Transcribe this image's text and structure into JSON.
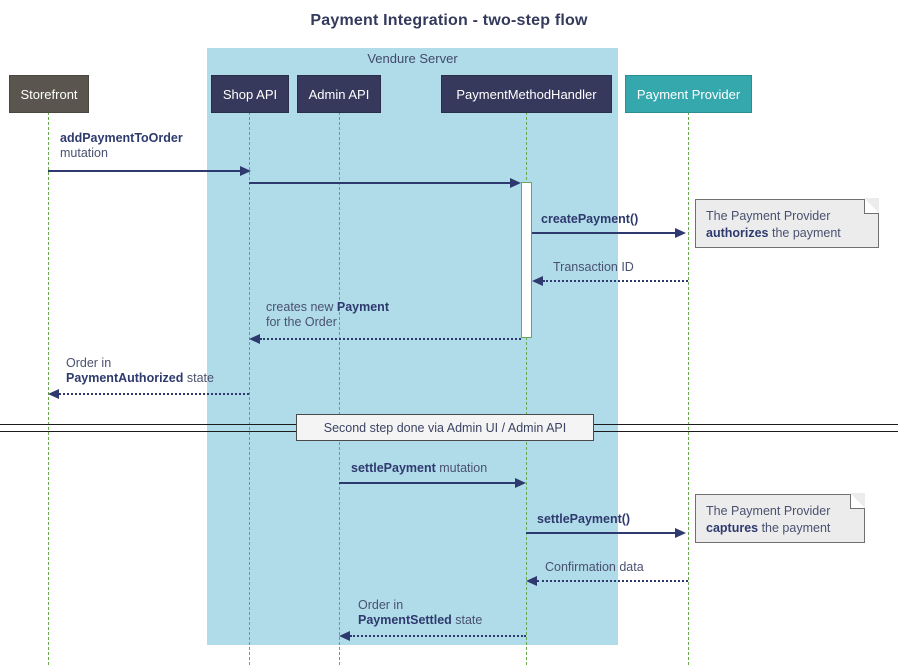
{
  "diagram": {
    "title": "Payment Integration - two-step flow",
    "group": {
      "label": "Vendure Server"
    },
    "colors": {
      "group_background": "#b0dbe8",
      "participant_external": "#5a564f",
      "participant_internal": "#36395c",
      "participant_provider": "#35a8ae",
      "lifeline": "#6aa84f",
      "message": "#2e3a6e",
      "note_background": "#ececec",
      "title_text": "#333a5c"
    },
    "participants": [
      {
        "name": "storefront",
        "label": "Storefront",
        "style": "gray"
      },
      {
        "name": "shop-api",
        "label": "Shop API",
        "style": "navy"
      },
      {
        "name": "admin-api",
        "label": "Admin API",
        "style": "navy"
      },
      {
        "name": "payment-method-handler",
        "label": "PaymentMethodHandler",
        "style": "navy"
      },
      {
        "name": "payment-provider",
        "label": "Payment Provider",
        "style": "teal"
      }
    ],
    "messages": [
      {
        "id": "add-payment-to-order",
        "from": "storefront",
        "to": "shop-api",
        "kind": "call",
        "direction": "right",
        "label_bold": "addPaymentToOrder",
        "label_plain": "mutation"
      },
      {
        "id": "shop-api-to-handler",
        "from": "shop-api",
        "to": "payment-method-handler",
        "kind": "call",
        "direction": "right",
        "label_bold": "",
        "label_plain": ""
      },
      {
        "id": "create-payment",
        "from": "payment-method-handler",
        "to": "payment-provider",
        "kind": "call",
        "direction": "right",
        "label_bold": "createPayment()",
        "label_plain": ""
      },
      {
        "id": "transaction-id",
        "from": "payment-provider",
        "to": "payment-method-handler",
        "kind": "return",
        "direction": "left",
        "label_bold": "",
        "label_plain": "Transaction ID"
      },
      {
        "id": "creates-new-payment",
        "from": "payment-method-handler",
        "to": "shop-api",
        "kind": "return",
        "direction": "left",
        "label_line1_plain": "creates new ",
        "label_line1_bold": "Payment",
        "label_line2_plain": "for the Order"
      },
      {
        "id": "order-payment-authorized",
        "from": "shop-api",
        "to": "storefront",
        "kind": "return",
        "direction": "left",
        "label_line1_plain": "Order in",
        "label_line2_bold": "PaymentAuthorized",
        "label_line2_plain": " state"
      },
      {
        "id": "settle-payment-mutation",
        "from": "admin-api",
        "to": "payment-method-handler",
        "kind": "call",
        "direction": "right",
        "label_bold": "settlePayment",
        "label_plain": " mutation"
      },
      {
        "id": "settle-payment-call",
        "from": "payment-method-handler",
        "to": "payment-provider",
        "kind": "call",
        "direction": "right",
        "label_bold": "settlePayment()",
        "label_plain": ""
      },
      {
        "id": "confirmation-data",
        "from": "payment-provider",
        "to": "payment-method-handler",
        "kind": "return",
        "direction": "left",
        "label_bold": "",
        "label_plain": "Confirmation data"
      },
      {
        "id": "order-payment-settled",
        "from": "payment-method-handler",
        "to": "admin-api",
        "kind": "return",
        "direction": "left",
        "label_line1_plain": "Order in",
        "label_line2_bold": "PaymentSettled",
        "label_line2_plain": " state"
      }
    ],
    "notes": [
      {
        "id": "note-authorizes",
        "line1": "The Payment Provider",
        "line2_bold": "authorizes",
        "line2_plain": " the payment"
      },
      {
        "id": "note-captures",
        "line1": "The Payment Provider",
        "line2_bold": "captures",
        "line2_plain": " the payment"
      }
    ],
    "divider": {
      "label": "Second step done via Admin UI / Admin API"
    }
  }
}
